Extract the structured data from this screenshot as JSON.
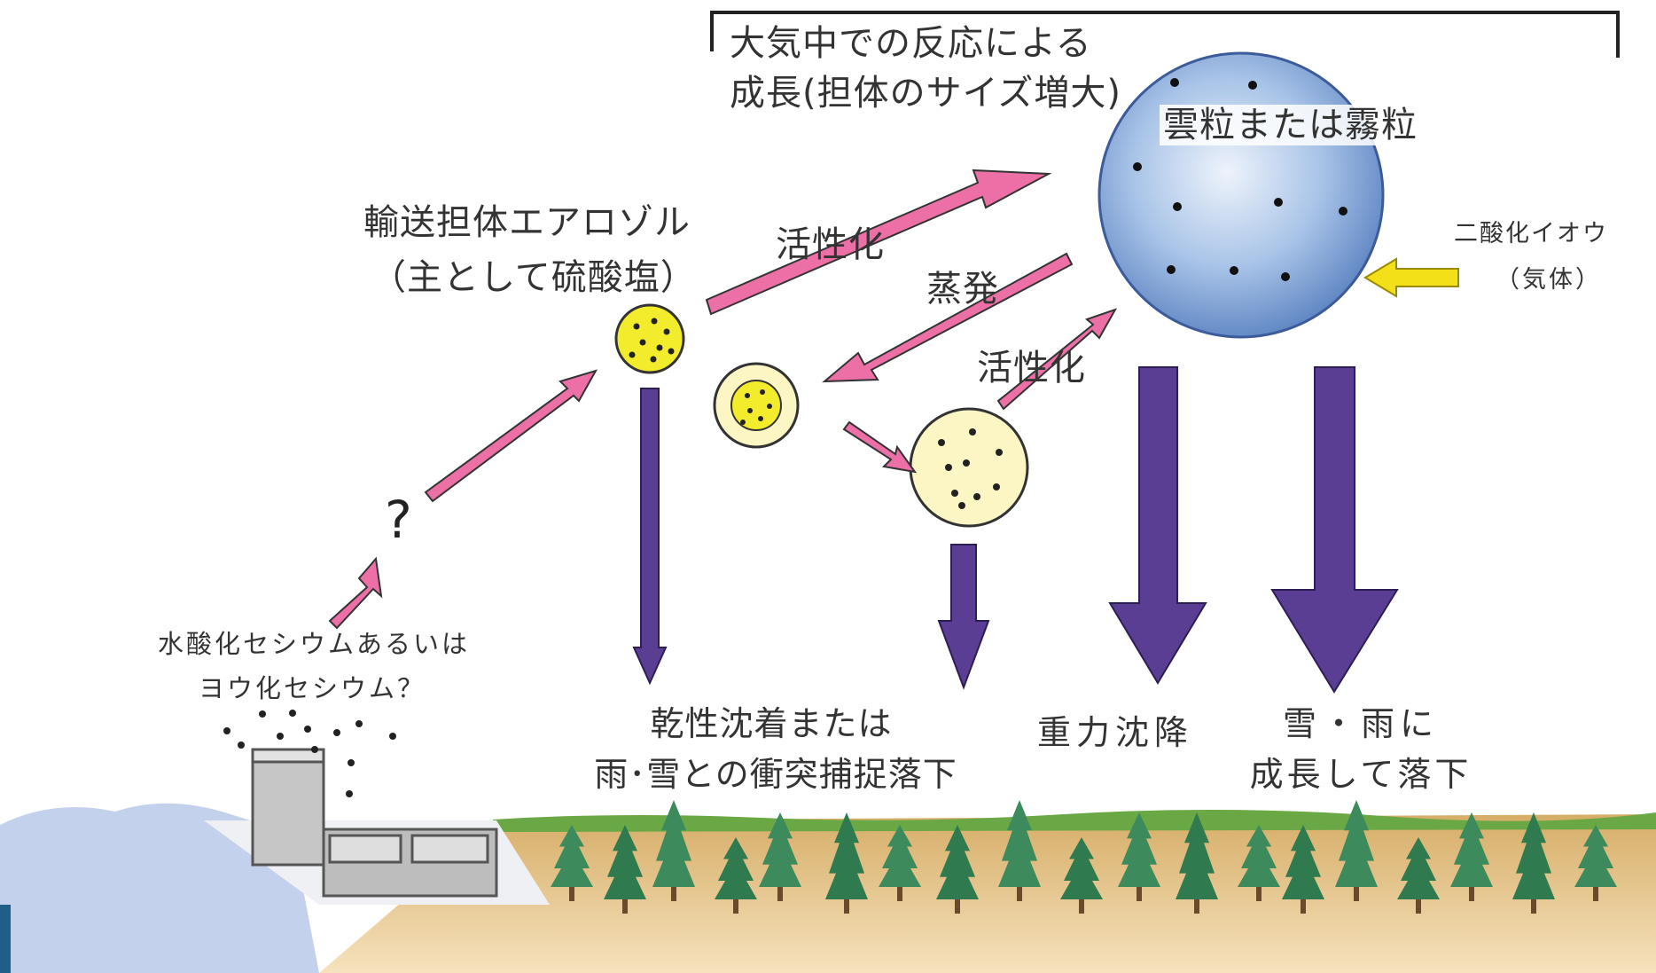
{
  "atmosphere": {
    "bracket_line1": "大気中での反応による",
    "bracket_line2": "成長(担体のサイズ増大)",
    "cloud_label": "雲粒または霧粒",
    "so2_line1": "二酸化イオウ",
    "so2_line2": "（気体）"
  },
  "aerosol": {
    "line1": "輸送担体エアロゾル",
    "line2": "（主として硫酸塩）"
  },
  "arrows": {
    "activation_upper": "活性化",
    "evaporation": "蒸発",
    "activation_lower": "活性化",
    "unknown": "?"
  },
  "source": {
    "line1": "水酸化セシウムあるいは",
    "line2": "ヨウ化セシウム？"
  },
  "deposition": {
    "dry_line1": "乾性沈着または",
    "dry_line2": "雨･雪との衝突捕捉落下",
    "gravity": "重力沈降",
    "rain_line1": "雪・雨に",
    "rain_line2": "成長して落下"
  },
  "colors": {
    "pink_arrow": "#ec6fa6",
    "purple_arrow": "#5a3e94",
    "cloud_blue": "#6f9fd8",
    "aerosol_yellow": "#f3ec2d",
    "droplet_cream": "#fbf6c4",
    "so2_arrow": "#f3e018",
    "ground": "#e8c78a",
    "sea": "#b9c9e6"
  }
}
